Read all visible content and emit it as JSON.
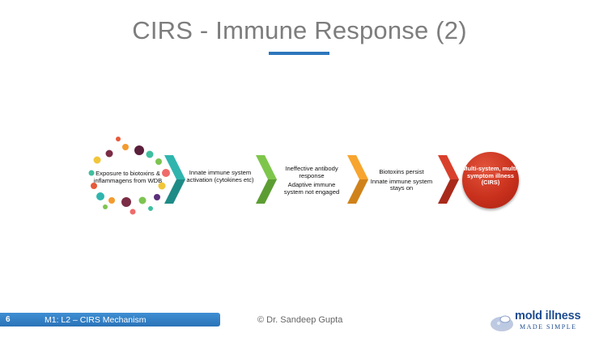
{
  "slide": {
    "title": "CIRS - Immune Response (2)",
    "number": "6",
    "footer_label": "M1: L2 – CIRS Mechanism",
    "copyright": "© Dr. Sandeep Gupta"
  },
  "diagram": {
    "steps": [
      {
        "lines": [
          "Exposure to biotoxins & inflammagens from WDB"
        ]
      },
      {
        "lines": [
          "Innate immune system activation (cytokines etc)"
        ]
      },
      {
        "lines": [
          "Ineffective antibody response",
          "Adaptive immune system not engaged"
        ]
      },
      {
        "lines": [
          "Biotoxins persist",
          "Innate immune system stays on"
        ]
      },
      {
        "lines": [
          "Multi-system, multi-symptom illness (CIRS)"
        ]
      }
    ],
    "chevrons": [
      {
        "color": "#2fb5ae",
        "dark": "#1f8b86"
      },
      {
        "color": "#7ec64b",
        "dark": "#5c9d33"
      },
      {
        "color": "#f7a52e",
        "dark": "#d0821a"
      },
      {
        "color": "#d9402c",
        "dark": "#a92a1a"
      }
    ],
    "end_circle_color": "#c9311d"
  },
  "logo": {
    "main": "mold illness",
    "sub": "MADE SIMPLE",
    "color": "#1d4b8f"
  }
}
